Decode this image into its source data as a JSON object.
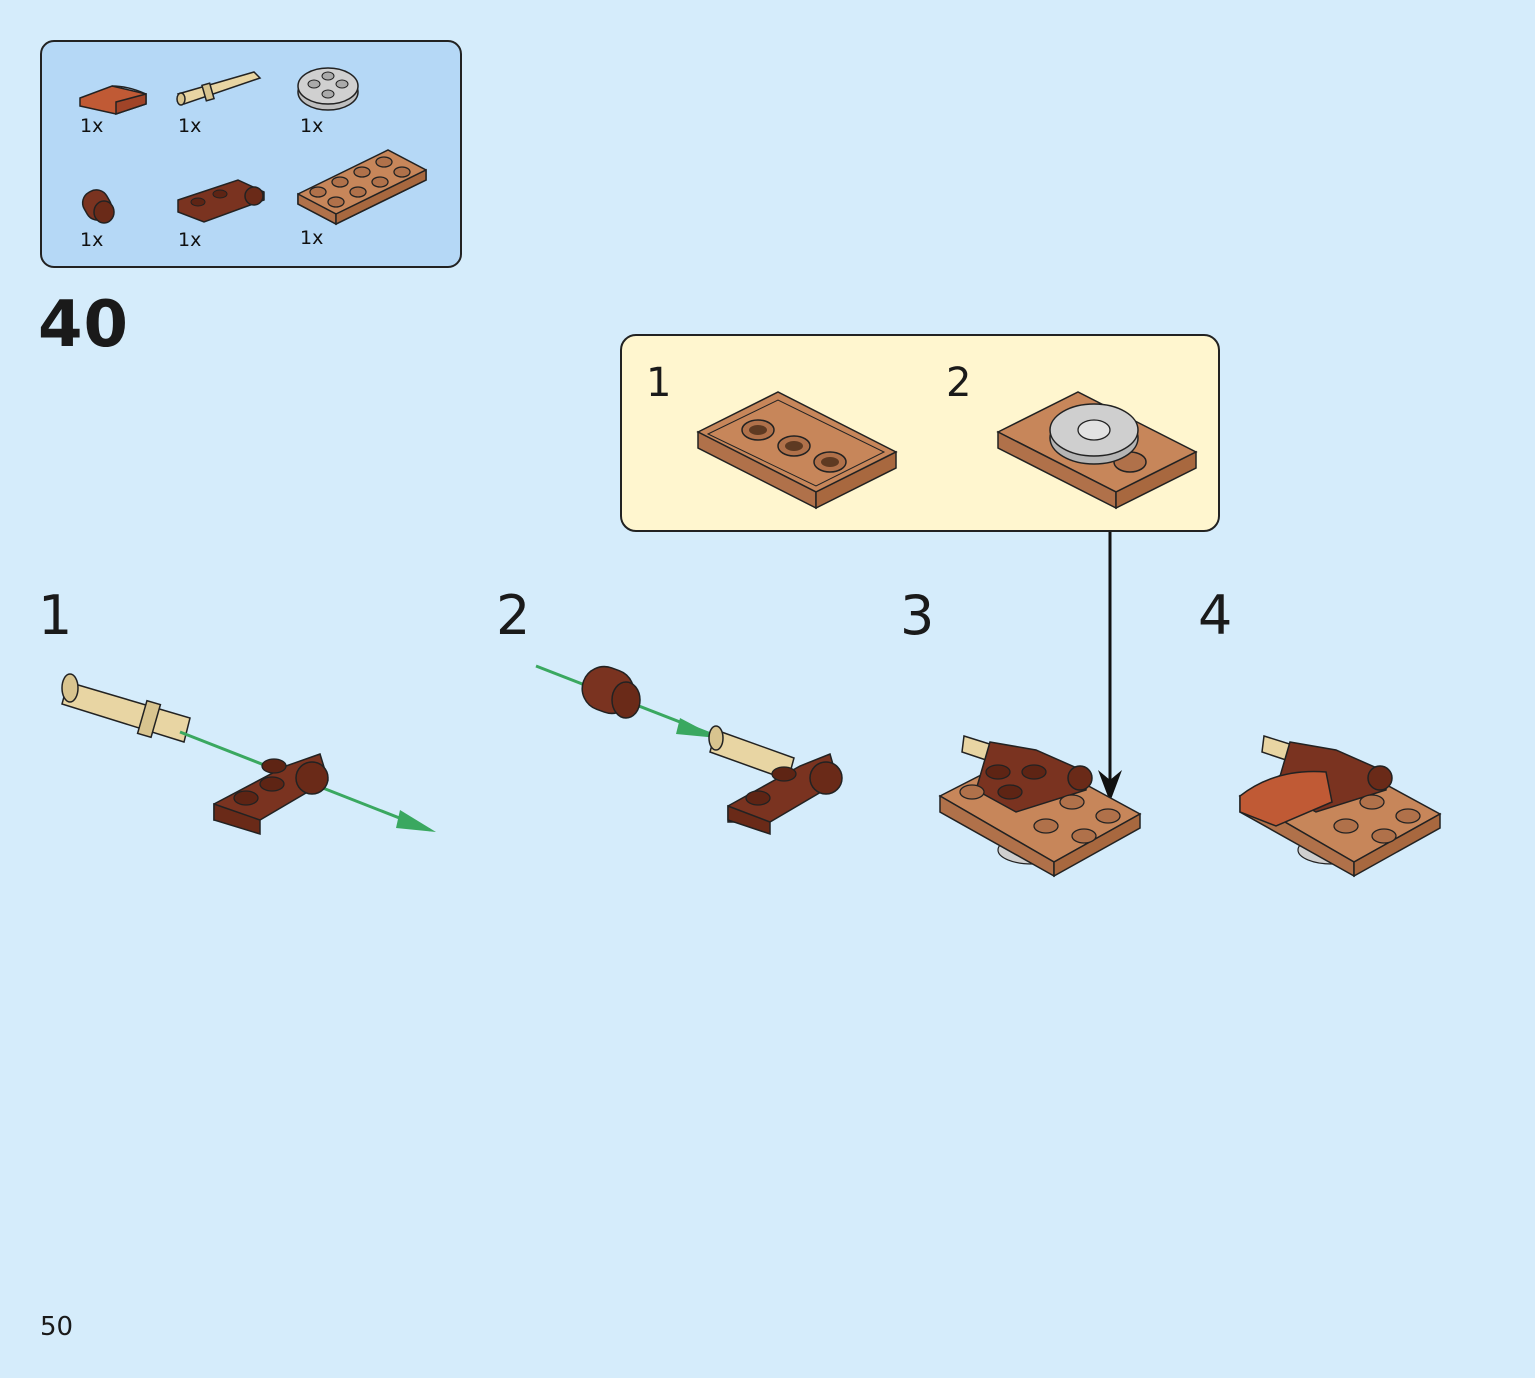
{
  "parts": [
    {
      "icon": "curved-slope-brick-icon",
      "qty": "1x"
    },
    {
      "icon": "technic-pin-icon",
      "qty": "1x"
    },
    {
      "icon": "round-plate-icon",
      "qty": "1x"
    },
    {
      "icon": "round-bush-icon",
      "qty": "1x"
    },
    {
      "icon": "plate-with-pin-hole-icon",
      "qty": "1x"
    },
    {
      "icon": "plate-2x4-icon",
      "qty": "1x"
    }
  ],
  "step": {
    "number": "40"
  },
  "substeps_callout": {
    "steps": [
      {
        "number": "1"
      },
      {
        "number": "2"
      }
    ]
  },
  "substeps": [
    {
      "number": "1"
    },
    {
      "number": "2"
    },
    {
      "number": "3"
    },
    {
      "number": "4"
    }
  ],
  "page": {
    "number": "50"
  },
  "colors": {
    "background": "#d5ecfb",
    "parts_box": "#b5d8f6",
    "callout": "#fff6cf",
    "arrow_green": "#3aa860",
    "reddish_brown": "#7a3320",
    "medium_nougat": "#c7865a",
    "tan": "#e8d5a3",
    "light_gray": "#bfbfbf"
  }
}
